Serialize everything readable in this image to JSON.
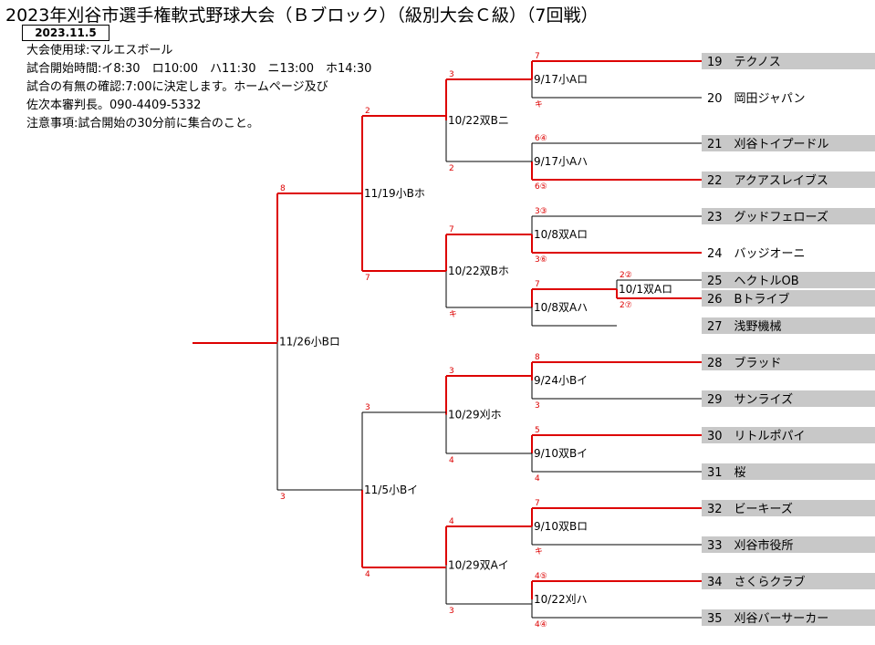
{
  "header": {
    "title": "2023年刈谷市選手権軟式野球大会（Ｂブロック）（級別大会Ｃ級）（7回戦）",
    "date": "2023.11.5",
    "notes": [
      "大会使用球:マルエスボール",
      "試合開始時間:イ8:30　ロ10:00　ハ11:30　ニ13:00　ホ14:30",
      "試合の有無の確認:7:00に決定します。ホームページ及び",
      "佐次本審判長。090-4409-5332",
      "注意事項:試合開始の30分前に集合のこと。"
    ]
  },
  "colors": {
    "win": "#dd0000",
    "line": "#000000",
    "team_bg": "#c8c8c8"
  },
  "teams": [
    {
      "label": "19　テクノス",
      "shaded": true
    },
    {
      "label": "20　岡田ジャパン",
      "shaded": false
    },
    {
      "label": "21　刈谷トイプードル",
      "shaded": true
    },
    {
      "label": "22　アクアスレイブス",
      "shaded": true
    },
    {
      "label": "23　グッドフェローズ",
      "shaded": true
    },
    {
      "label": "24　バッジオーニ",
      "shaded": false
    },
    {
      "label": "25　ヘクトルOB",
      "shaded": true
    },
    {
      "label": "26　Bトライブ",
      "shaded": true
    },
    {
      "label": "27　浅野機械",
      "shaded": true
    },
    {
      "label": "28　ブラッド",
      "shaded": true
    },
    {
      "label": "29　サンライズ",
      "shaded": true
    },
    {
      "label": "30　リトルポパイ",
      "shaded": true
    },
    {
      "label": "31　桜",
      "shaded": true
    },
    {
      "label": "32　ビーキーズ",
      "shaded": true
    },
    {
      "label": "33　刈谷市役所",
      "shaded": true
    },
    {
      "label": "34　さくらクラブ",
      "shaded": true
    },
    {
      "label": "35　刈谷バーサーカー",
      "shaded": true
    }
  ],
  "matches": [
    {
      "id": "m1",
      "label": "9/17小Aロ",
      "top": "7",
      "bottom": "キ"
    },
    {
      "id": "m2",
      "label": "9/17小Aハ",
      "top": "6④",
      "bottom": "6⑤"
    },
    {
      "id": "m3",
      "label": "10/8双Aロ",
      "top": "3③",
      "bottom": "3⑥"
    },
    {
      "id": "m4",
      "label": "10/1双Aロ",
      "top": "2②",
      "bottom": "2⑦"
    },
    {
      "id": "m5",
      "label": "10/8双Aハ",
      "top": "7",
      "bottom": ""
    },
    {
      "id": "m6",
      "label": "9/24小Bイ",
      "top": "8",
      "bottom": "3"
    },
    {
      "id": "m7",
      "label": "9/10双Bイ",
      "top": "5",
      "bottom": "4"
    },
    {
      "id": "m8",
      "label": "9/10双Bロ",
      "top": "7",
      "bottom": "キ"
    },
    {
      "id": "m9",
      "label": "10/22刈ハ",
      "top": "4⑤",
      "bottom": "4④"
    },
    {
      "id": "m10",
      "label": "10/22双Bニ",
      "top": "3",
      "bottom": "2"
    },
    {
      "id": "m11",
      "label": "10/22双Bホ",
      "top": "7",
      "bottom": "キ"
    },
    {
      "id": "m12",
      "label": "10/29刈ホ",
      "top": "3",
      "bottom": "4"
    },
    {
      "id": "m13",
      "label": "10/29双Aイ",
      "top": "4",
      "bottom": "3"
    },
    {
      "id": "m14",
      "label": "11/19小Bホ",
      "top": "2",
      "bottom": "7"
    },
    {
      "id": "m15",
      "label": "11/5小Bイ",
      "top": "3",
      "bottom": "4"
    },
    {
      "id": "m16",
      "label": "11/26小Bロ",
      "top": "8",
      "bottom": "3"
    }
  ]
}
